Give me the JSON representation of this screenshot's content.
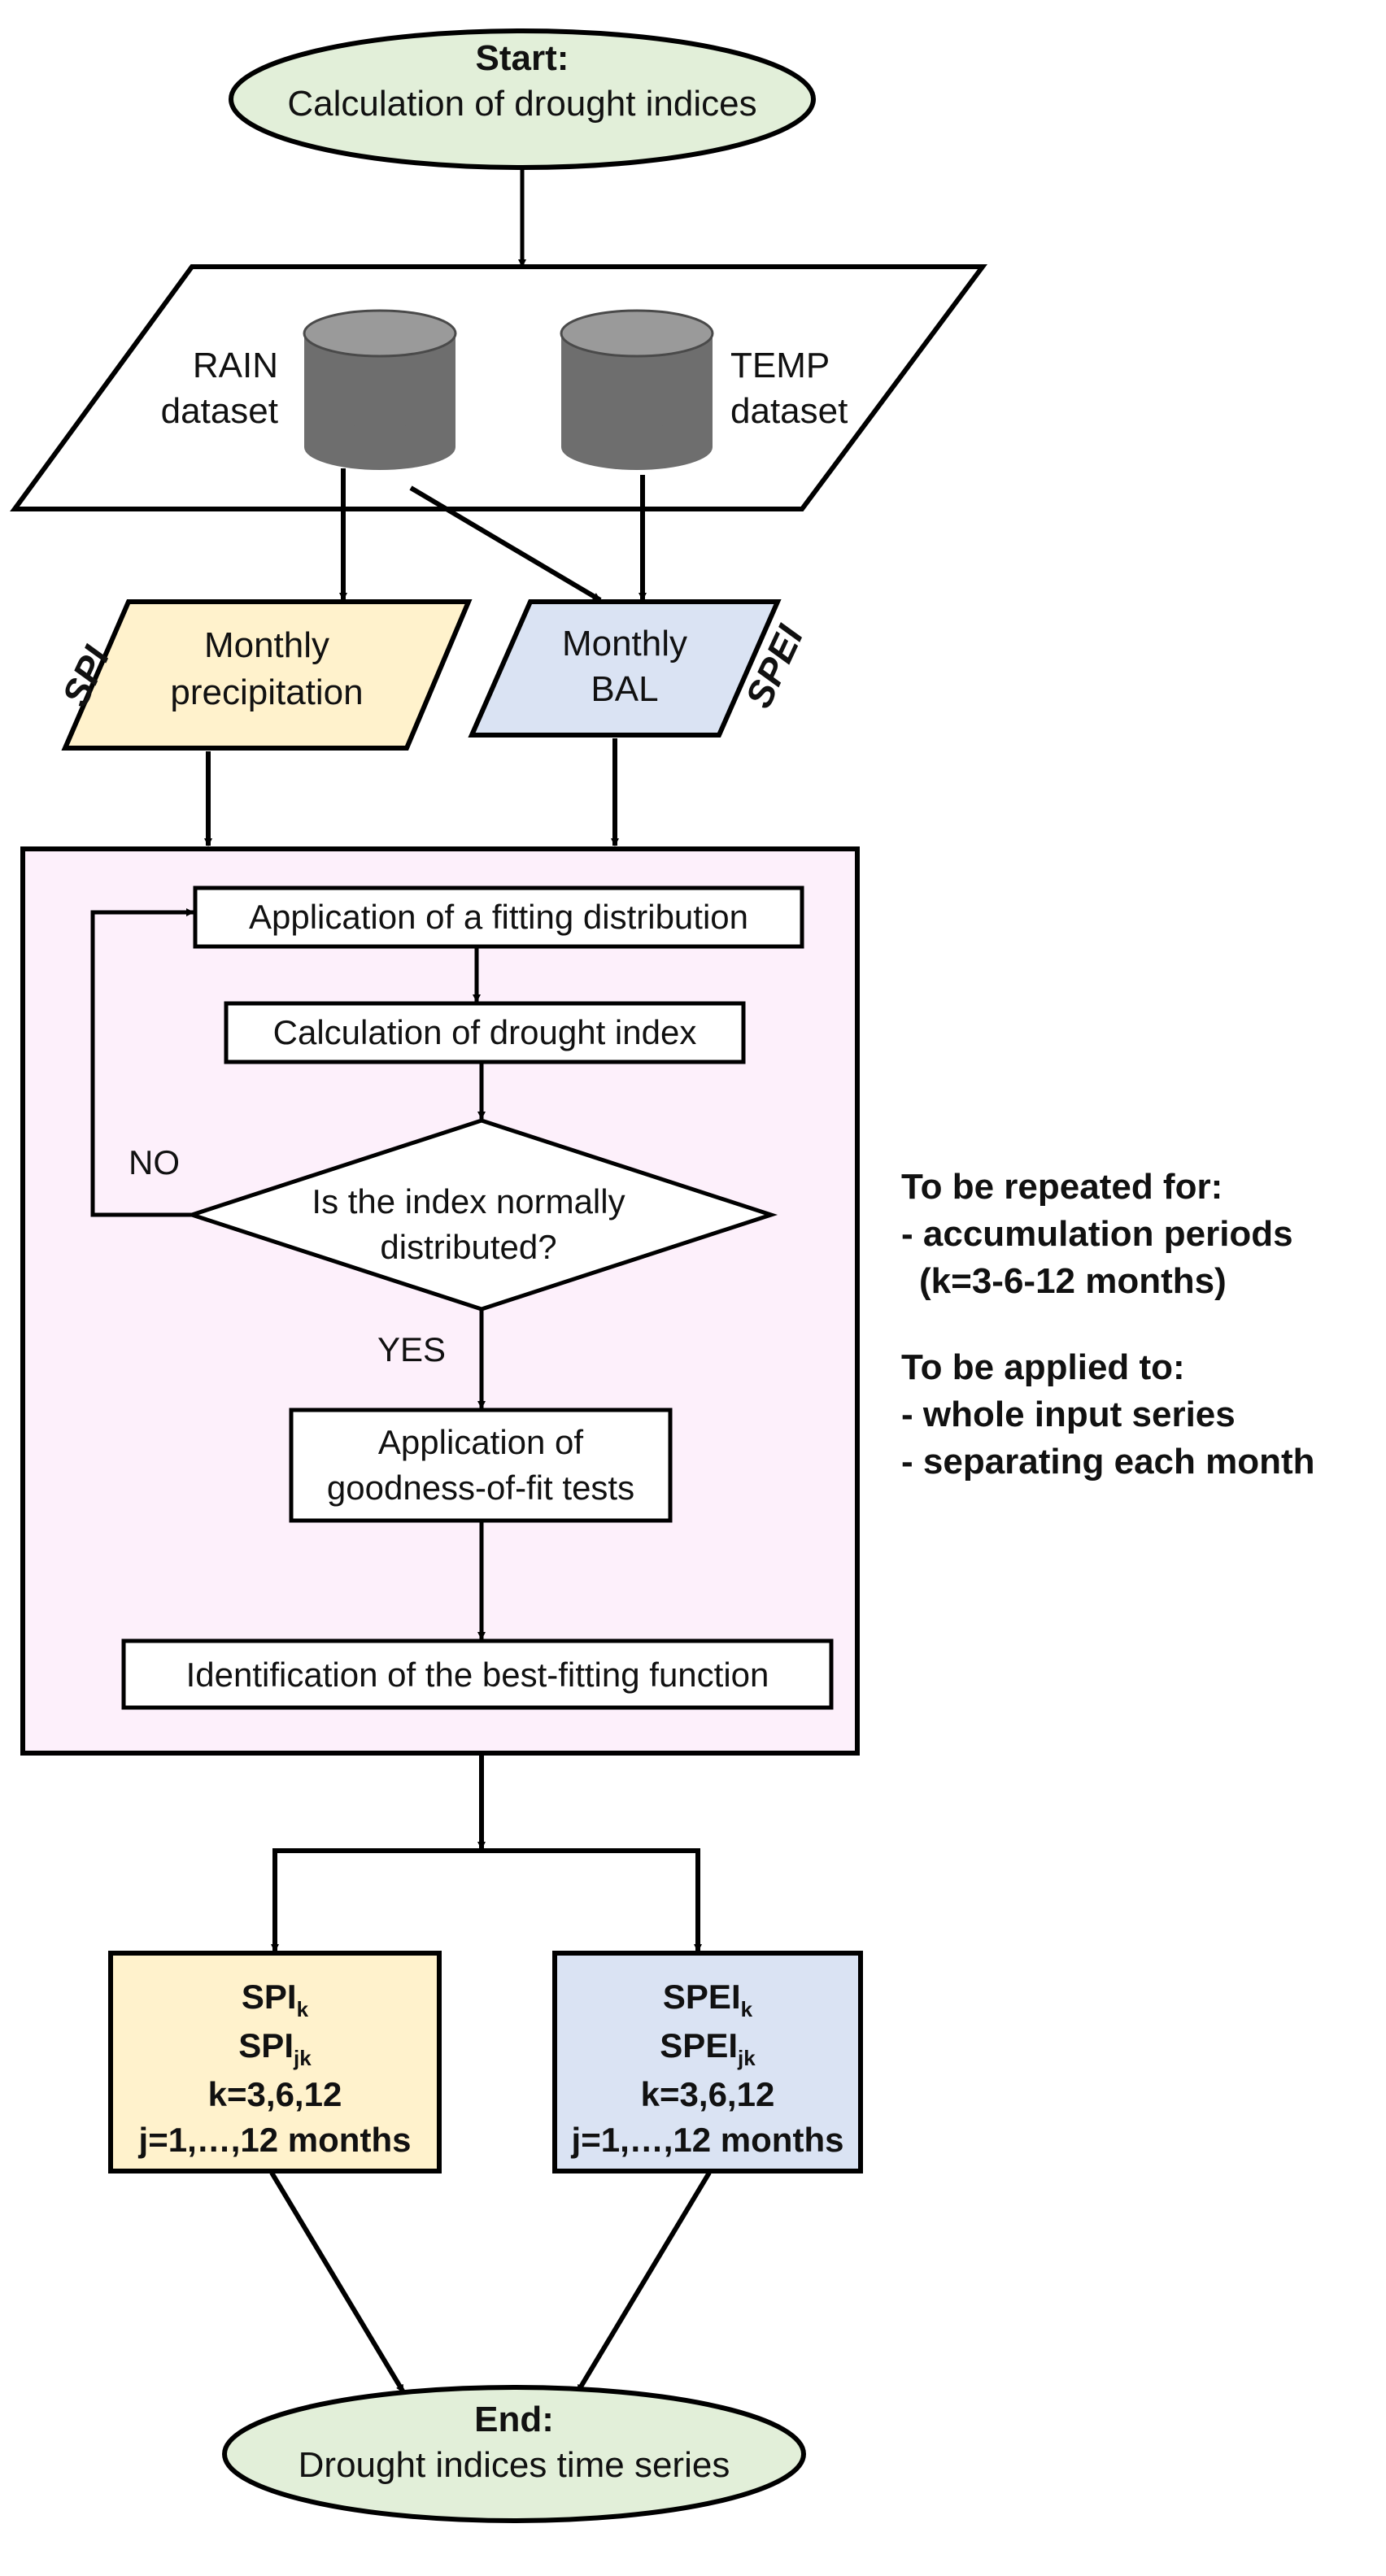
{
  "start": {
    "title": "Start:",
    "subtitle": "Calculation of drought indices"
  },
  "datasets": {
    "rain": {
      "line1": "RAIN",
      "line2": "dataset"
    },
    "temp": {
      "line1": "TEMP",
      "line2": "dataset"
    }
  },
  "inputs": {
    "precip": {
      "line1": "Monthly",
      "line2": "precipitation",
      "side_label": "SPI"
    },
    "bal": {
      "line1": "Monthly",
      "line2": "BAL",
      "side_label": "SPEI"
    }
  },
  "process": {
    "fit": "Application of a fitting distribution",
    "calc": "Calculation of drought index",
    "decision": {
      "line1": "Is the index normally",
      "line2": "distributed?"
    },
    "no_label": "NO",
    "yes_label": "YES",
    "gof": {
      "line1": "Application of",
      "line2": "goodness-of-fit tests"
    },
    "best": "Identification of the best-fitting function"
  },
  "notes": {
    "repeat_title": "To be repeated for:",
    "repeat_item1": "- accumulation periods",
    "repeat_item2": "(k=3-6-12 months)",
    "apply_title": "To be applied to:",
    "apply_item1": "- whole input series",
    "apply_item2": "- separating each month"
  },
  "outputs": {
    "spi": {
      "main1": "SPI",
      "sub1": "k",
      "main2": "SPI",
      "sub2": "jk",
      "k_line": "k=3,6,12",
      "j_line": "j=1,…,12 months"
    },
    "spei": {
      "main1": "SPEI",
      "sub1": "k",
      "main2": "SPEI",
      "sub2": "jk",
      "k_line": "k=3,6,12",
      "j_line": "j=1,…,12 months"
    }
  },
  "end": {
    "title": "End:",
    "subtitle": "Drought indices time series"
  },
  "colors": {
    "terminal_fill": "#e2efd9",
    "spi_fill": "#fff2cc",
    "spei_fill": "#dae3f3",
    "process_fill": "#fdf0fb",
    "cylinder_fill": "#6e6e6e",
    "cylinder_top": "#9a9a9a",
    "spi_text": "#ff0000",
    "spei_text": "#0000ff"
  }
}
